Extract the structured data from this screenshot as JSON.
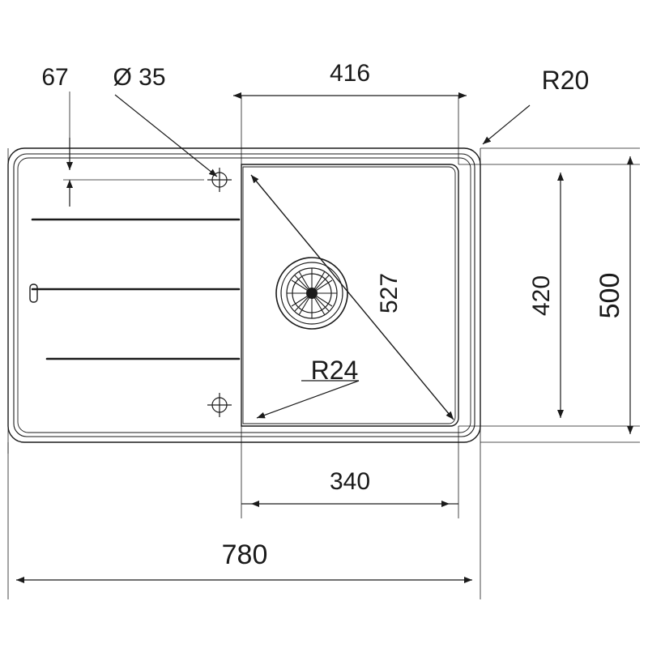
{
  "drawing": {
    "title": "Kitchen sink technical dimension drawing",
    "units": "mm",
    "line_color": "#1a1a1a",
    "fill_color": "#ffffff"
  },
  "dimensions": {
    "top_left_small": "67",
    "hole_diameter": "Ø 35",
    "bowl_width_top": "416",
    "corner_radius_outer": "R20",
    "bowl_diagonal": "527",
    "inner_height": "420",
    "overall_height": "500",
    "bowl_radius_inner": "R24",
    "bowl_width_bottom": "340",
    "overall_width": "780"
  },
  "labels": [
    {
      "id": "dim-67",
      "value": "67"
    },
    {
      "id": "dim-d35",
      "value": "Ø 35"
    },
    {
      "id": "dim-416",
      "value": "416"
    },
    {
      "id": "dim-r20",
      "value": "R20"
    },
    {
      "id": "dim-527",
      "value": "527"
    },
    {
      "id": "dim-420",
      "value": "420"
    },
    {
      "id": "dim-500",
      "value": "500"
    },
    {
      "id": "dim-r24",
      "value": "R24"
    },
    {
      "id": "dim-340",
      "value": "340"
    },
    {
      "id": "dim-780",
      "value": "780"
    }
  ]
}
